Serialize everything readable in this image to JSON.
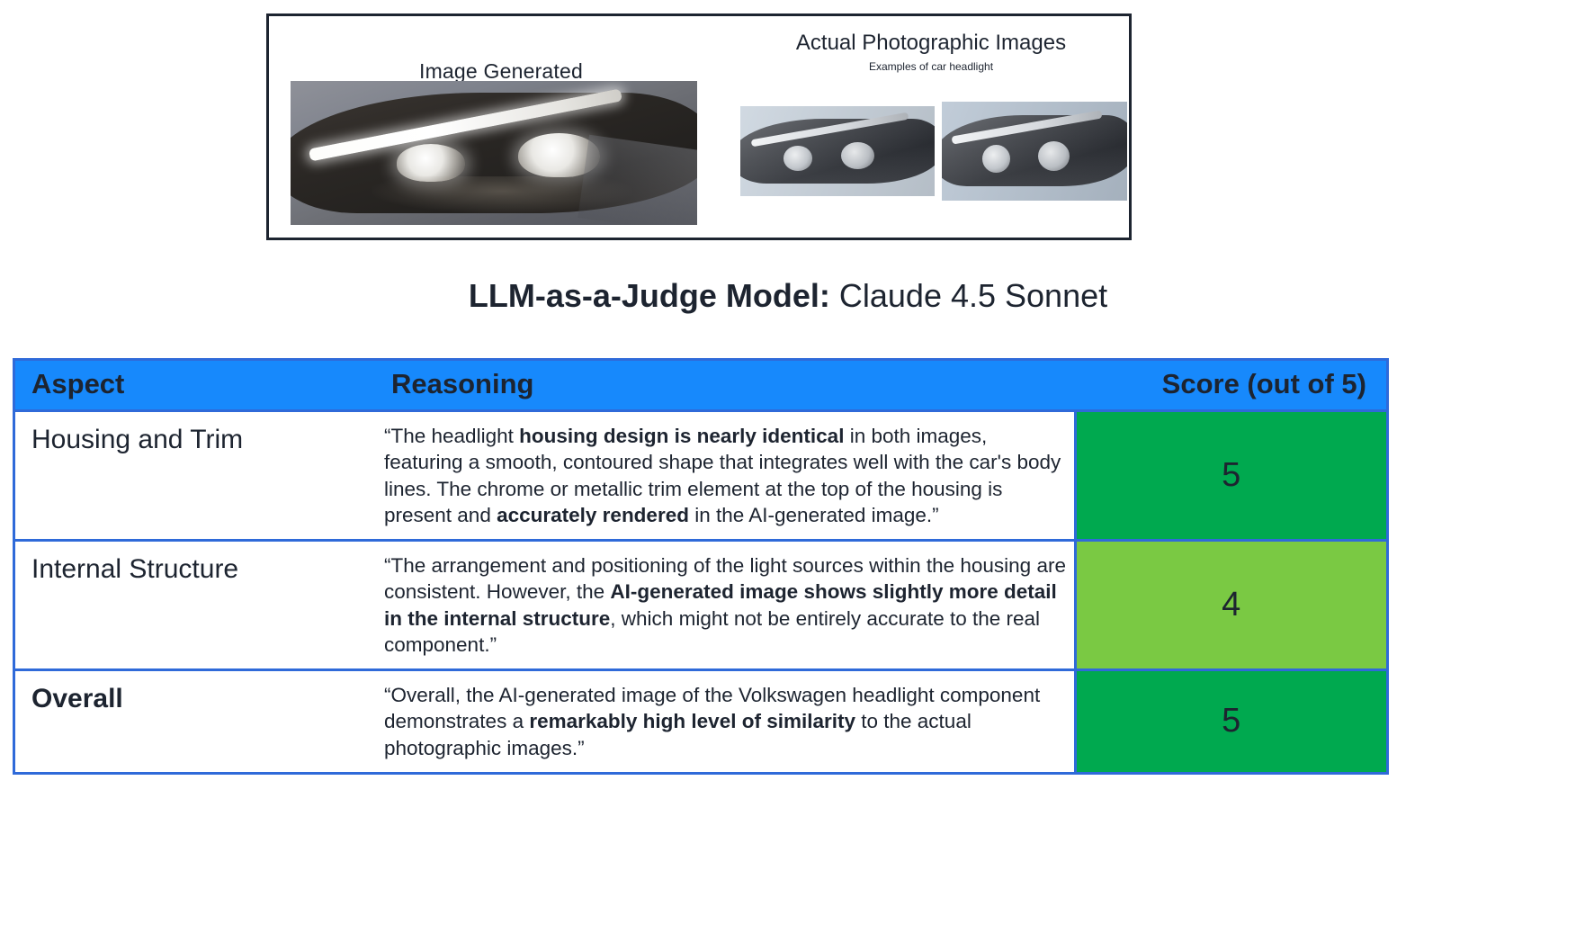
{
  "figure": {
    "generated_label": "Image Generated",
    "actual_label": "Actual Photographic Images",
    "actual_caption": "Examples of car headlight",
    "generated_image_alt": "ai-generated-car-headlight",
    "actual_image_1_alt": "photo-car-headlight-1",
    "actual_image_2_alt": "photo-car-headlight-2"
  },
  "title": {
    "prefix": "LLM-as-a-Judge Model:",
    "model": " Claude 4.5 Sonnet"
  },
  "table": {
    "headers": {
      "aspect": "Aspect",
      "reasoning": "Reasoning",
      "score": "Score (out of 5)"
    },
    "rows": [
      {
        "aspect": "Housing and Trim",
        "aspect_bold": false,
        "reasoning_parts": [
          {
            "text": "“The headlight ",
            "bold": false
          },
          {
            "text": "housing design is nearly identical",
            "bold": true
          },
          {
            "text": " in both images, featuring a smooth, contoured shape that integrates well with the car's body lines. The chrome or metallic trim element at the top of the housing is present and ",
            "bold": false
          },
          {
            "text": "accurately rendered",
            "bold": true
          },
          {
            "text": " in the AI-generated image.”",
            "bold": false
          }
        ],
        "score": "5",
        "score_color": "#00a94f"
      },
      {
        "aspect": "Internal Structure",
        "aspect_bold": false,
        "reasoning_parts": [
          {
            "text": "“The arrangement and positioning of the light sources within the housing are consistent. However, the ",
            "bold": false
          },
          {
            "text": "AI-generated image shows slightly more detail in the internal structure",
            "bold": true
          },
          {
            "text": ", which might not be entirely accurate to the real component.”",
            "bold": false
          }
        ],
        "score": "4",
        "score_color": "#7ac943"
      },
      {
        "aspect": "Overall",
        "aspect_bold": true,
        "reasoning_parts": [
          {
            "text": "“Overall, the AI-generated image of the Volkswagen headlight component demonstrates a ",
            "bold": false
          },
          {
            "text": "remarkably high level of similarity",
            "bold": true
          },
          {
            "text": " to the actual photographic images.”",
            "bold": false
          }
        ],
        "score": "5",
        "score_color": "#00a94f"
      }
    ]
  },
  "colors": {
    "header_blue": "#1789fc",
    "border_blue": "#2f6ad9",
    "text_dark": "#1d2430",
    "score_high": "#00a94f",
    "score_mid": "#7ac943"
  }
}
